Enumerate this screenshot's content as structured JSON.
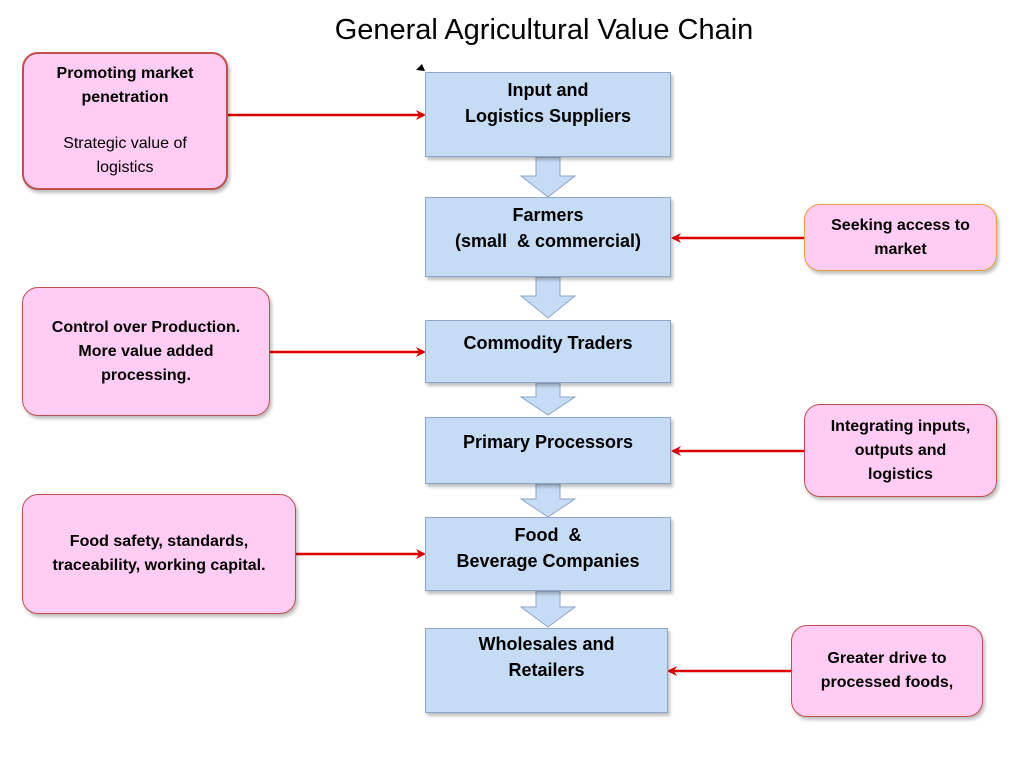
{
  "title": "General Agricultural Value Chain",
  "stages": [
    {
      "lines": [
        "Input and",
        "Logistics Suppliers"
      ]
    },
    {
      "lines": [
        "Farmers",
        "(small  & commercial)"
      ]
    },
    {
      "lines": [
        "Commodity Traders"
      ]
    },
    {
      "lines": [
        "Primary Processors"
      ]
    },
    {
      "lines": [
        "Food  &",
        "Beverage Companies"
      ]
    },
    {
      "lines": [
        "Wholesales and",
        "Retailers"
      ]
    }
  ],
  "notes": {
    "market_penetration": {
      "heading_lines": [
        "Promoting market",
        "penetration"
      ],
      "body_lines": [
        "Strategic value of",
        "logistics"
      ]
    },
    "market_access": {
      "lines": [
        "Seeking access to",
        "market"
      ]
    },
    "production_control": {
      "lines": [
        "Control over Production.",
        "More value added",
        "processing."
      ]
    },
    "integration": {
      "lines": [
        "Integrating inputs,",
        "outputs and",
        "logistics"
      ]
    },
    "food_safety": {
      "lines": [
        "Food safety, standards,",
        "traceability, working capital."
      ]
    },
    "processed_foods": {
      "lines": [
        "Greater drive to",
        "processed foods,"
      ]
    }
  },
  "colors": {
    "stage_fill": "#c6dcf5",
    "note_fill": "#ffccf4",
    "arrow": "#e00000",
    "down_arrow_fill": "#c6dcf5"
  }
}
